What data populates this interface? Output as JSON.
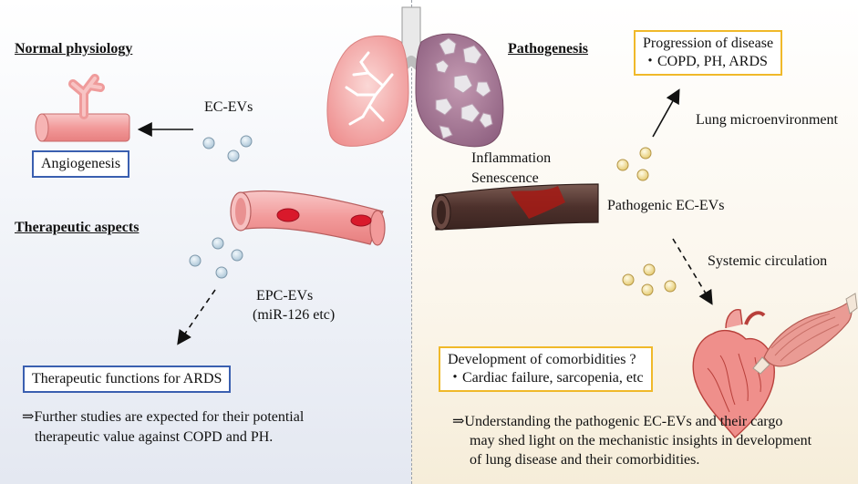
{
  "left": {
    "normal_heading": "Normal physiology",
    "ec_evs_label": "EC-EVs",
    "angiogenesis_label": "Angiogenesis",
    "therapeutic_heading": "Therapeutic aspects",
    "epc_evs_label": "EPC-EVs",
    "epc_evs_sub": "(miR-126 etc)",
    "therapeutic_box": "Therapeutic functions for ARDS",
    "note_line1": "⇒Further studies are expected for their potential",
    "note_line2": "therapeutic value against COPD and PH."
  },
  "right": {
    "pathogenesis_heading": "Pathogenesis",
    "progression_title": "Progression of disease",
    "progression_items": "・COPD, PH, ARDS",
    "lung_microenv_label": "Lung microenvironment",
    "inflammation_label": "Inflammation",
    "senescence_label": "Senescence",
    "pathogenic_label": "Pathogenic EC-EVs",
    "systemic_label": "Systemic circulation",
    "comorbidity_title": "Development of comorbidities ?",
    "comorbidity_items": "・Cardiac failure, sarcopenia, etc",
    "note_line1": "⇒Understanding the pathogenic EC-EVs and their cargo",
    "note_line2": "may shed light on the mechanistic insights in development",
    "note_line3": "of lung disease and their comorbidities."
  },
  "colors": {
    "blue_box_border": "#3a5fb0",
    "yellow_box_border": "#f0b92a",
    "healthy_vessel": "#f4a3a3",
    "damaged_vessel": "#5a3a34",
    "healthy_ev": "#c9dcea",
    "pathogenic_ev": "#f5e3a2"
  }
}
